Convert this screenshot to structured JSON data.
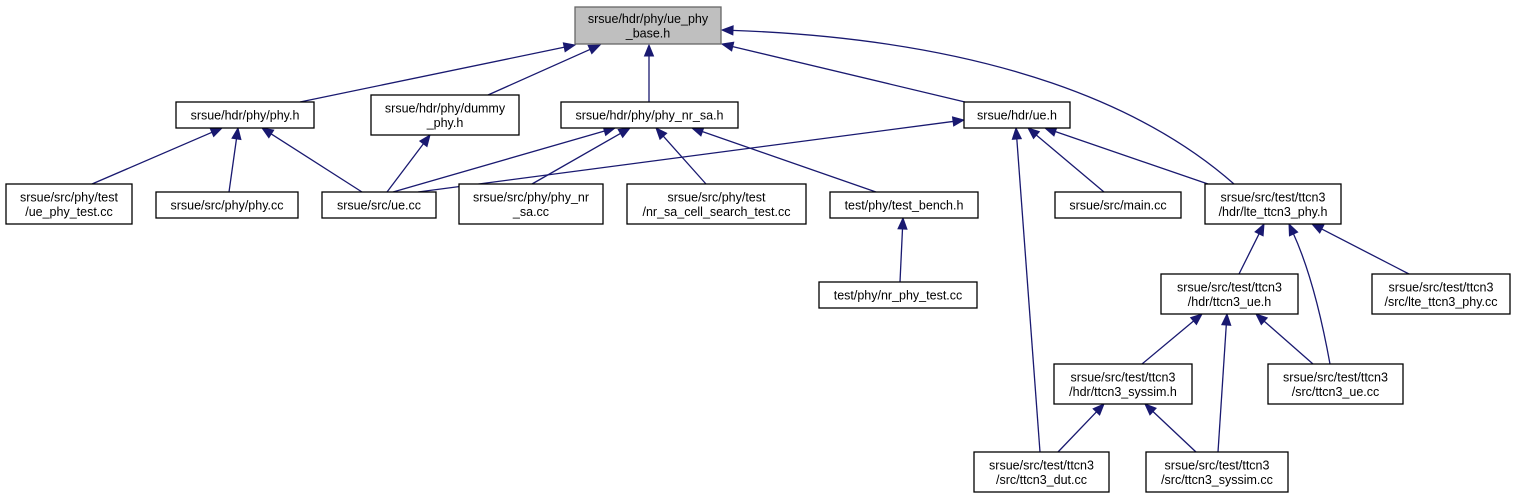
{
  "diagram": {
    "nodes": {
      "ue_phy_base": [
        "srsue/hdr/phy/ue_phy",
        "_base.h"
      ],
      "phy_h": [
        "srsue/hdr/phy/phy.h"
      ],
      "dummy_phy": [
        "srsue/hdr/phy/dummy",
        "_phy.h"
      ],
      "phy_nr_sa": [
        "srsue/hdr/phy/phy_nr_sa.h"
      ],
      "ue_h": [
        "srsue/hdr/ue.h"
      ],
      "ue_phy_test": [
        "srsue/src/phy/test",
        "/ue_phy_test.cc"
      ],
      "phy_cc": [
        "srsue/src/phy/phy.cc"
      ],
      "ue_cc": [
        "srsue/src/ue.cc"
      ],
      "phy_nr_sa_cc": [
        "srsue/src/phy/phy_nr",
        "_sa.cc"
      ],
      "nr_sa_cell": [
        "srsue/src/phy/test",
        "/nr_sa_cell_search_test.cc"
      ],
      "test_bench": [
        "test/phy/test_bench.h"
      ],
      "main_cc": [
        "srsue/src/main.cc"
      ],
      "lte_ttcn3_phy_h": [
        "srsue/src/test/ttcn3",
        "/hdr/lte_ttcn3_phy.h"
      ],
      "nr_phy_test": [
        "test/phy/nr_phy_test.cc"
      ],
      "ttcn3_ue_h": [
        "srsue/src/test/ttcn3",
        "/hdr/ttcn3_ue.h"
      ],
      "lte_ttcn3_phy_cc": [
        "srsue/src/test/ttcn3",
        "/src/lte_ttcn3_phy.cc"
      ],
      "ttcn3_syssim_h": [
        "srsue/src/test/ttcn3",
        "/hdr/ttcn3_syssim.h"
      ],
      "ttcn3_ue_cc": [
        "srsue/src/test/ttcn3",
        "/src/ttcn3_ue.cc"
      ],
      "ttcn3_dut": [
        "srsue/src/test/ttcn3",
        "/src/ttcn3_dut.cc"
      ],
      "ttcn3_syssim_cc": [
        "srsue/src/test/ttcn3",
        "/src/ttcn3_syssim.cc"
      ]
    },
    "edges": [
      [
        "phy_h",
        "ue_phy_base"
      ],
      [
        "dummy_phy",
        "ue_phy_base"
      ],
      [
        "phy_nr_sa",
        "ue_phy_base"
      ],
      [
        "ue_h",
        "ue_phy_base"
      ],
      [
        "lte_ttcn3_phy_h",
        "ue_phy_base"
      ],
      [
        "ue_phy_test",
        "phy_h"
      ],
      [
        "phy_cc",
        "phy_h"
      ],
      [
        "ue_cc",
        "phy_h"
      ],
      [
        "ue_cc",
        "dummy_phy"
      ],
      [
        "ue_cc",
        "phy_nr_sa"
      ],
      [
        "phy_nr_sa_cc",
        "phy_nr_sa"
      ],
      [
        "nr_sa_cell",
        "phy_nr_sa"
      ],
      [
        "test_bench",
        "phy_nr_sa"
      ],
      [
        "ue_cc",
        "ue_h"
      ],
      [
        "main_cc",
        "ue_h"
      ],
      [
        "lte_ttcn3_phy_h",
        "ue_h"
      ],
      [
        "ttcn3_dut",
        "ue_h"
      ],
      [
        "nr_phy_test",
        "test_bench"
      ],
      [
        "ttcn3_ue_h",
        "lte_ttcn3_phy_h"
      ],
      [
        "ttcn3_ue_cc",
        "lte_ttcn3_phy_h"
      ],
      [
        "lte_ttcn3_phy_cc",
        "lte_ttcn3_phy_h"
      ],
      [
        "ttcn3_syssim_h",
        "ttcn3_ue_h"
      ],
      [
        "ttcn3_ue_cc",
        "ttcn3_ue_h"
      ],
      [
        "ttcn3_syssim_cc",
        "ttcn3_ue_h"
      ],
      [
        "ttcn3_dut",
        "ttcn3_syssim_h"
      ],
      [
        "ttcn3_syssim_cc",
        "ttcn3_syssim_h"
      ]
    ],
    "colors": {
      "edge": "#191970",
      "root_fill": "#bfbfbf",
      "node_fill": "#ffffff",
      "node_border": "#000000"
    }
  }
}
